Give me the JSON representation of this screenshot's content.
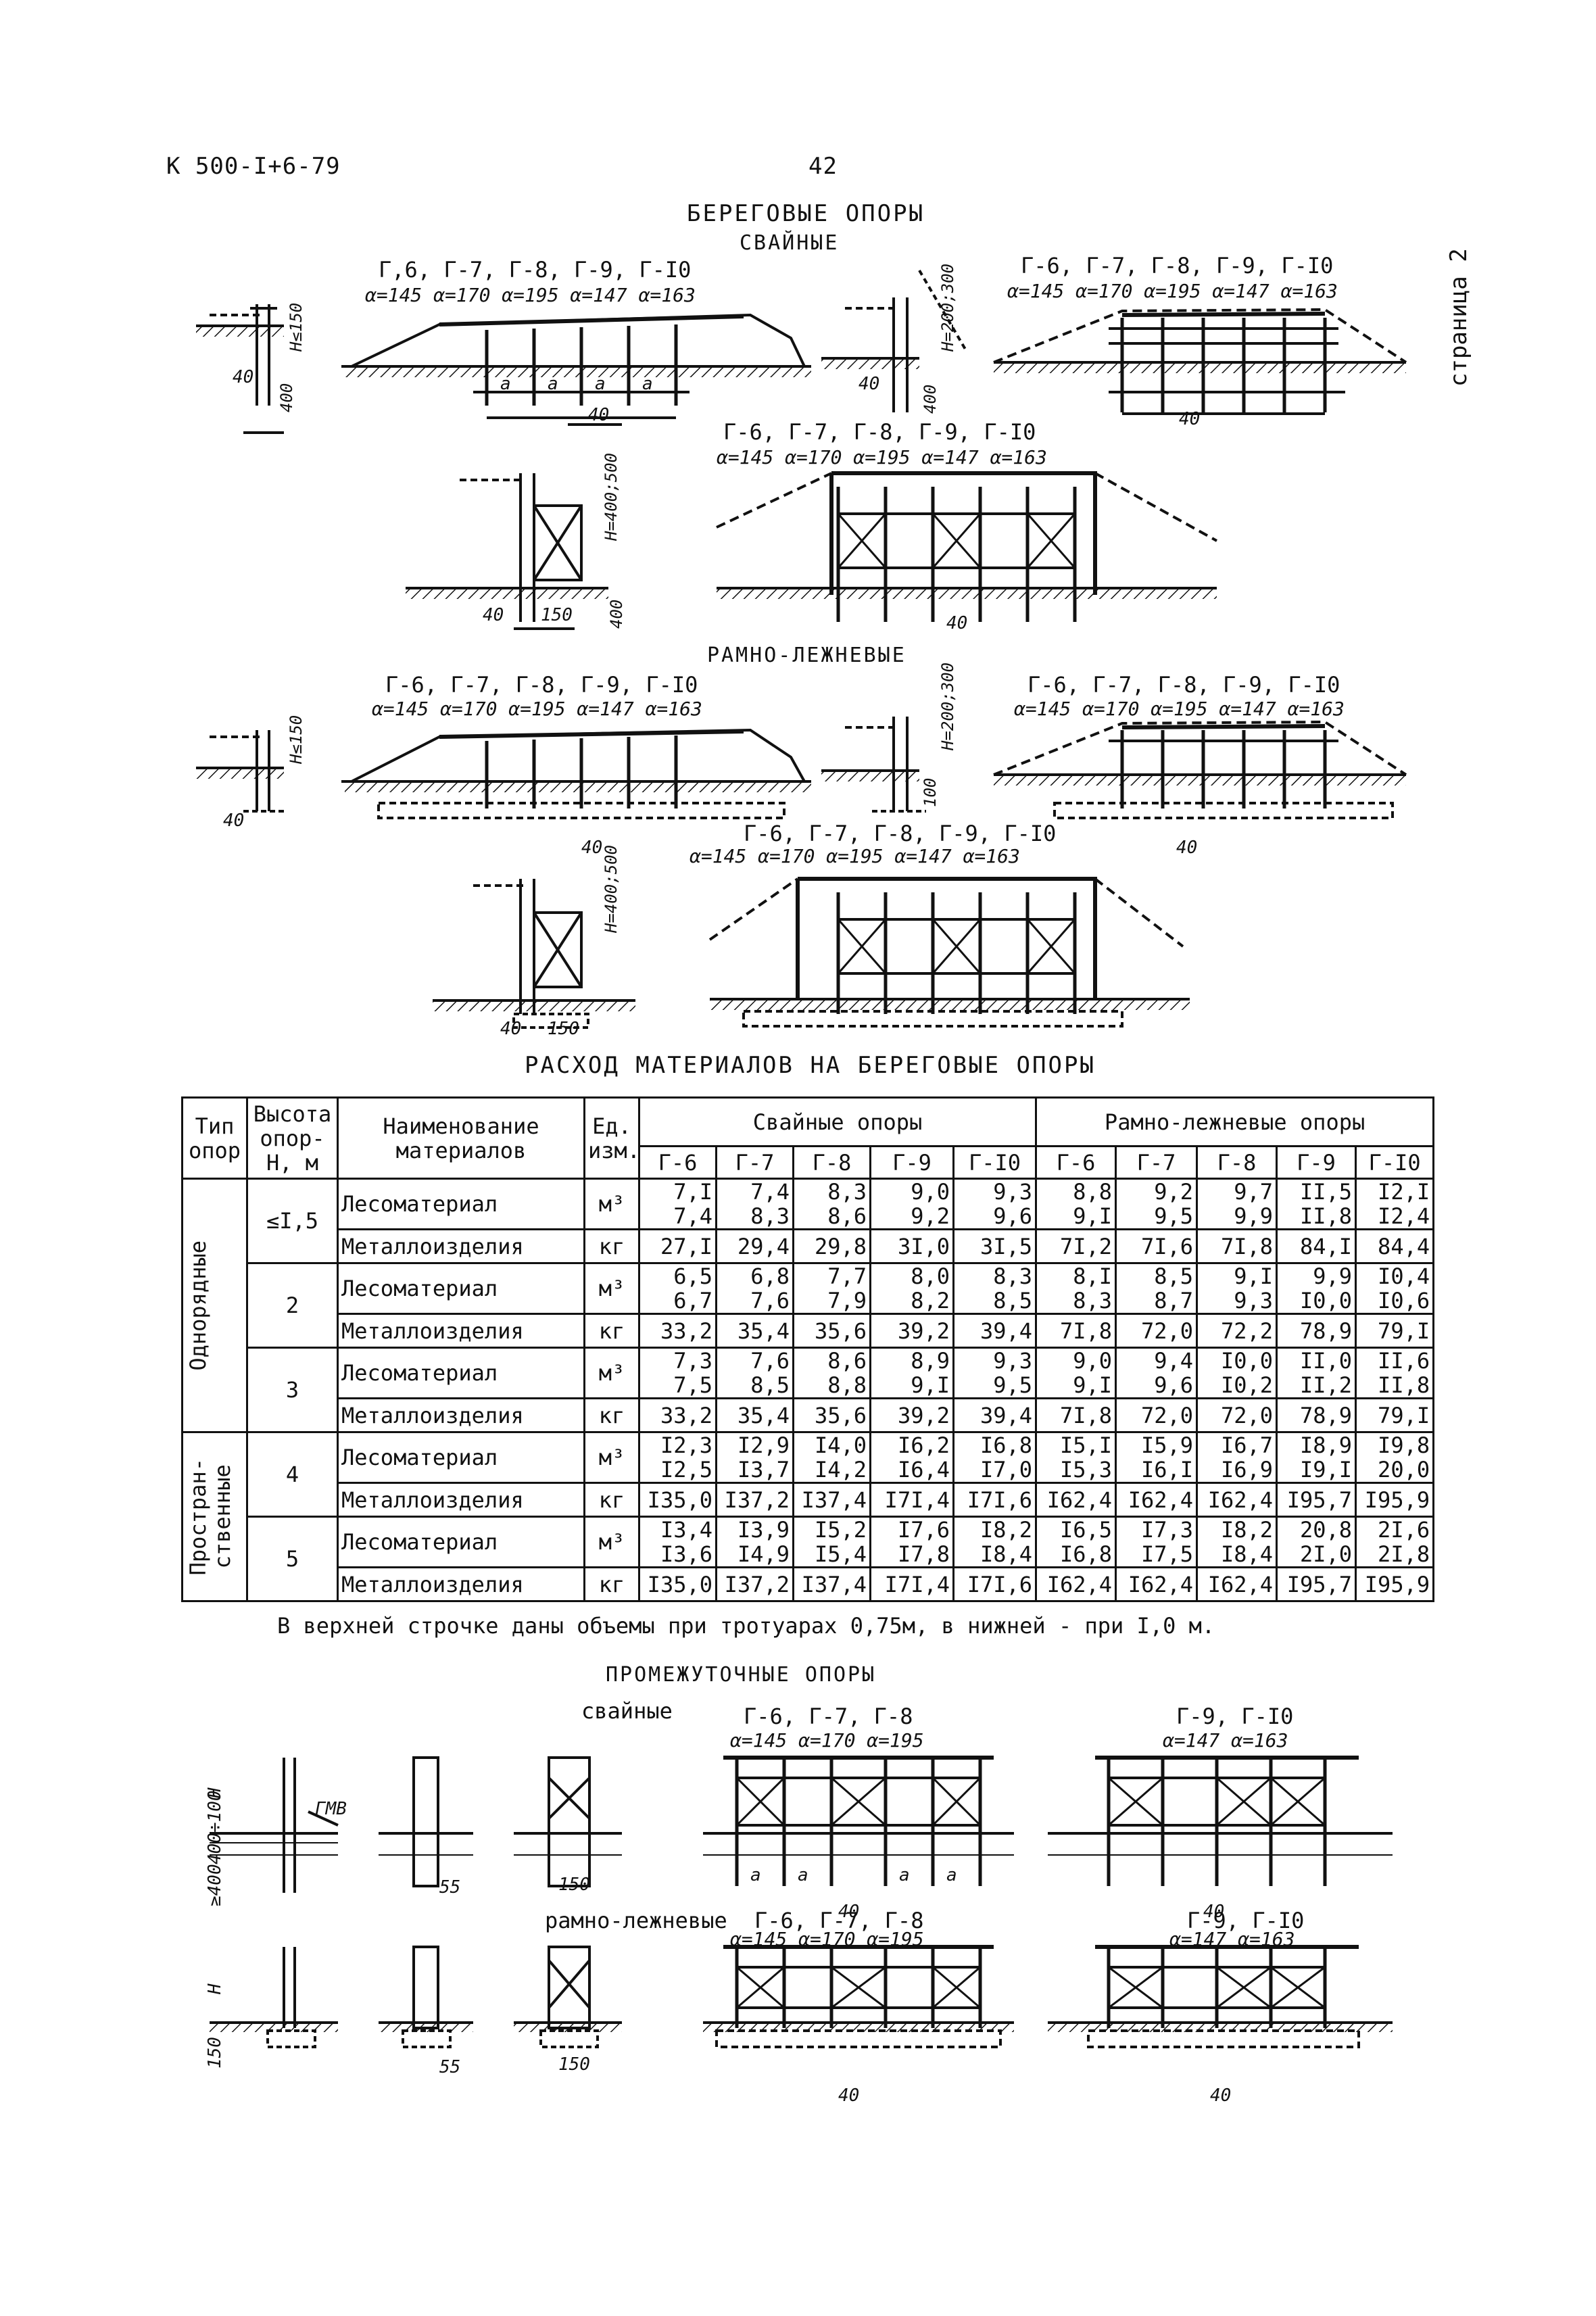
{
  "header": {
    "doc_code": "К 500-I+6-79",
    "page_number": "42",
    "side_label": "страница 2"
  },
  "shore": {
    "title": "БЕРЕГОВЫЕ ОПОРЫ",
    "pile_subtitle": "СВАЙНЫЕ",
    "frame_subtitle": "РАМНО-ЛЕЖНЕВЫЕ",
    "diagrams": {
      "types_a": "Г,6, Г-7, Г-8, Г-9, Г-I0",
      "types_b": "Г-6, Г-7, Г-8, Г-9, Г-I0",
      "spans": "α=145 α=170 α=195 α=147 α=163",
      "dim_a": "а",
      "dim_40": "40",
      "dim_150": "150",
      "dim_400": "400",
      "h_150": "H≤150",
      "h_200_300": "H=200;300",
      "h_400_500": "H=400;500",
      "dim_100": "100"
    }
  },
  "materials": {
    "title": "РАСХОД МАТЕРИАЛОВ НА БЕРЕГОВЫЕ ОПОРЫ",
    "headers": {
      "type": "Тип опор",
      "height": "Высота опор-Н, м",
      "name": "Наименование материалов",
      "unit": "Ед. изм.",
      "pile": "Свайные опоры",
      "frame": "Рамно-лежневые опоры"
    },
    "columns": [
      "Г-6",
      "Г-7",
      "Г-8",
      "Г-9",
      "Г-I0",
      "Г-6",
      "Г-7",
      "Г-8",
      "Г-9",
      "Г-I0"
    ],
    "groups": [
      {
        "type": "Однорядные",
        "rows": [
          {
            "height": "≤I,5",
            "wood": {
              "name": "Лесоматериал",
              "unit": "м³",
              "top": [
                "7,I",
                "7,4",
                "8,3",
                "9,0",
                "9,3",
                "8,8",
                "9,2",
                "9,7",
                "II,5",
                "I2,I"
              ],
              "bottom": [
                "7,4",
                "8,3",
                "8,6",
                "9,2",
                "9,6",
                "9,I",
                "9,5",
                "9,9",
                "II,8",
                "I2,4"
              ]
            },
            "metal": {
              "name": "Металлоизделия",
              "unit": "кг",
              "values": [
                "27,I",
                "29,4",
                "29,8",
                "3I,0",
                "3I,5",
                "7I,2",
                "7I,6",
                "7I,8",
                "84,I",
                "84,4"
              ]
            }
          },
          {
            "height": "2",
            "wood": {
              "name": "Лесоматериал",
              "unit": "м³",
              "top": [
                "6,5",
                "6,8",
                "7,7",
                "8,0",
                "8,3",
                "8,I",
                "8,5",
                "9,I",
                "9,9",
                "I0,4"
              ],
              "bottom": [
                "6,7",
                "7,6",
                "7,9",
                "8,2",
                "8,5",
                "8,3",
                "8,7",
                "9,3",
                "I0,0",
                "I0,6"
              ]
            },
            "metal": {
              "name": "Металлоизделия",
              "unit": "кг",
              "values": [
                "33,2",
                "35,4",
                "35,6",
                "39,2",
                "39,4",
                "7I,8",
                "72,0",
                "72,2",
                "78,9",
                "79,I"
              ]
            }
          },
          {
            "height": "3",
            "wood": {
              "name": "Лесоматериал",
              "unit": "м³",
              "top": [
                "7,3",
                "7,6",
                "8,6",
                "8,9",
                "9,3",
                "9,0",
                "9,4",
                "I0,0",
                "II,0",
                "II,6"
              ],
              "bottom": [
                "7,5",
                "8,5",
                "8,8",
                "9,I",
                "9,5",
                "9,I",
                "9,6",
                "I0,2",
                "II,2",
                "II,8"
              ]
            },
            "metal": {
              "name": "Металлоизделия",
              "unit": "кг",
              "values": [
                "33,2",
                "35,4",
                "35,6",
                "39,2",
                "39,4",
                "7I,8",
                "72,0",
                "72,0",
                "78,9",
                "79,I"
              ]
            }
          }
        ]
      },
      {
        "type": "Простран-\nственные",
        "rows": [
          {
            "height": "4",
            "wood": {
              "name": "Лесоматериал",
              "unit": "м³",
              "top": [
                "I2,3",
                "I2,9",
                "I4,0",
                "I6,2",
                "I6,8",
                "I5,I",
                "I5,9",
                "I6,7",
                "I8,9",
                "I9,8"
              ],
              "bottom": [
                "I2,5",
                "I3,7",
                "I4,2",
                "I6,4",
                "I7,0",
                "I5,3",
                "I6,I",
                "I6,9",
                "I9,I",
                "20,0"
              ]
            },
            "metal": {
              "name": "Металлоизделия",
              "unit": "кг",
              "values": [
                "I35,0",
                "I37,2",
                "I37,4",
                "I7I,4",
                "I7I,6",
                "I62,4",
                "I62,4",
                "I62,4",
                "I95,7",
                "I95,9"
              ]
            }
          },
          {
            "height": "5",
            "wood": {
              "name": "Лесоматериал",
              "unit": "м³",
              "top": [
                "I3,4",
                "I3,9",
                "I5,2",
                "I7,6",
                "I8,2",
                "I6,5",
                "I7,3",
                "I8,2",
                "20,8",
                "2I,6"
              ],
              "bottom": [
                "I3,6",
                "I4,9",
                "I5,4",
                "I7,8",
                "I8,4",
                "I6,8",
                "I7,5",
                "I8,4",
                "2I,0",
                "2I,8"
              ]
            },
            "metal": {
              "name": "Металлоизделия",
              "unit": "кг",
              "values": [
                "I35,0",
                "I37,2",
                "I37,4",
                "I7I,4",
                "I7I,6",
                "I62,4",
                "I62,4",
                "I62,4",
                "I95,7",
                "I95,9"
              ]
            }
          }
        ]
      }
    ],
    "note": "В верхней строчке даны объемы при тротуарах 0,75м, в нижней - при I,0 м."
  },
  "intermediate": {
    "title": "ПРОМЕЖУТОЧНЫЕ ОПОРЫ",
    "pile_label": "свайные",
    "frame_label": "рамно-лежневые",
    "group_a": "Г-6, Г-7, Г-8",
    "group_a_spans": "α=145 α=170 α=195",
    "group_b": "Г-9, Г-I0",
    "group_b_spans": "α=147 α=163",
    "gmv": "ГМВ",
    "dim_h": "H",
    "dim_400_100": "400÷100",
    "dim_400": "≥400",
    "dim_150": "150",
    "dim_55": "55",
    "dim_40": "40",
    "dim_a": "а"
  }
}
